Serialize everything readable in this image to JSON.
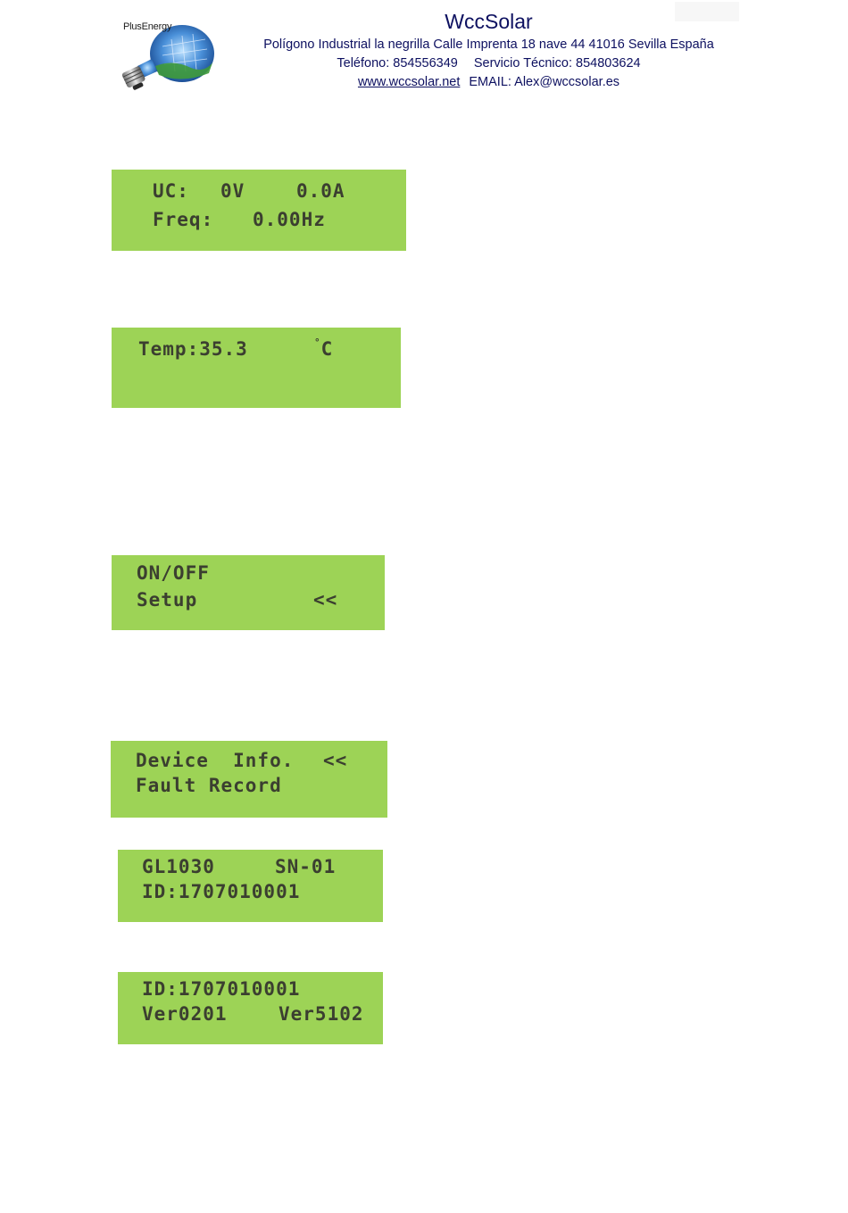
{
  "header": {
    "logo_brand": "PlusEnergy",
    "company_name": "WccSolar",
    "address": "Polígono Industrial la negrilla Calle Imprenta 18 nave 44 41016 Sevilla España",
    "phone": "Teléfono: 854556349",
    "service": "Servicio Técnico: 854803624",
    "website": "www.wccsolar.net",
    "email": "EMAIL: Alex@wccsolar.es"
  },
  "lcd_screens": {
    "grid": {
      "vc_label": "UC:",
      "vc_voltage": "0V",
      "vc_current": "0.0A",
      "freq_label": "Freq:",
      "freq_value": "0.00Hz"
    },
    "temperature": {
      "temp_text": "Temp:35.3",
      "degree_symbol": "°",
      "unit": "C"
    },
    "onoff_menu": {
      "line1": "ON/OFF",
      "line2": "Setup",
      "arrow": "<<"
    },
    "device_menu": {
      "item1": "Device  Info.",
      "arrow": "<<",
      "item2": "Fault Record"
    },
    "model_info": {
      "model": "GL1030",
      "serial": "SN-01",
      "id": "ID:1707010001"
    },
    "version_info": {
      "id": "ID:1707010001",
      "ver1": "Ver0201",
      "ver2": "Ver5102"
    }
  },
  "colors": {
    "lcd_background": "#9dd356",
    "lcd_text": "#3b3f30",
    "header_text": "#0d1060"
  }
}
